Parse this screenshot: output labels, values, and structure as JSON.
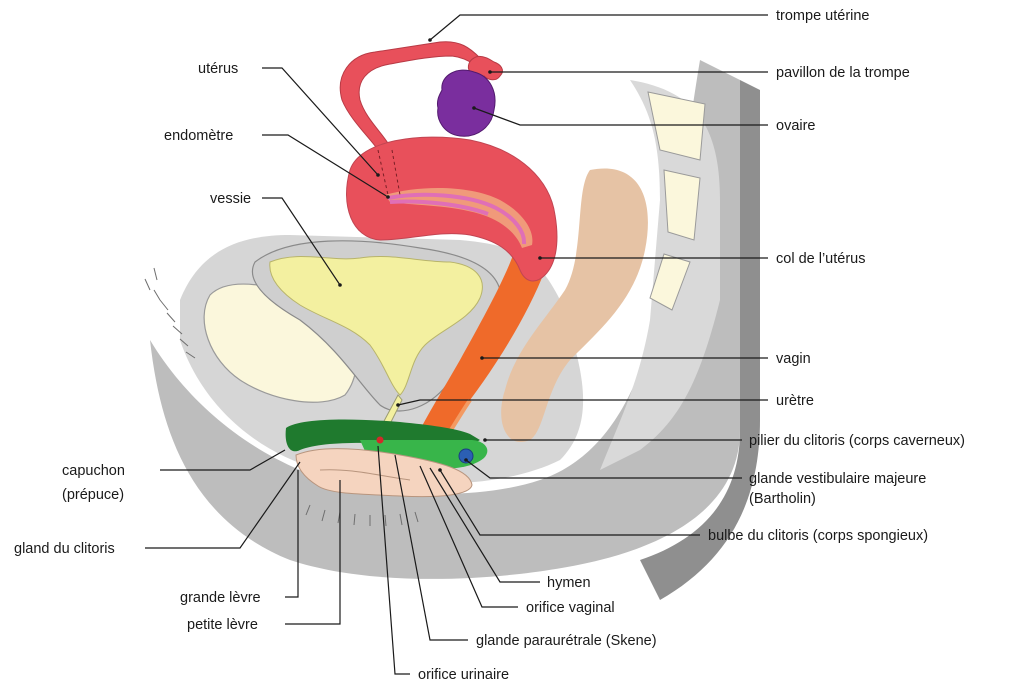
{
  "labels": {
    "trompe": "trompe utérine",
    "pavillon": "pavillon de la trompe",
    "ovaire": "ovaire",
    "uterus": "utérus",
    "endometre": "endomètre",
    "vessie": "vessie",
    "col": "col de l’utérus",
    "vagin": "vagin",
    "uretre": "urètre",
    "pilier": "pilier du clitoris (corps caverneux)",
    "glande_vest_1": "glande vestibulaire majeure",
    "glande_vest_2": "(Bartholin)",
    "bulbe": "bulbe du clitoris (corps spongieux)",
    "capuchon_1": "capuchon",
    "capuchon_2": "(prépuce)",
    "gland": "gland du clitoris",
    "grande_levre": "grande lèvre",
    "petite_levre": "petite lèvre",
    "hymen": "hymen",
    "orifice_vaginal": "orifice vaginal",
    "skene": "glande paraurétrale (Skene)",
    "orifice_urinaire": "orifice urinaire"
  },
  "colors": {
    "uterus": "#e8505b",
    "endometre": "#e06fb6",
    "vagin": "#ef6a2a",
    "vessie": "#f3f0a0",
    "clitoris": "#2c9a3c",
    "bulbe": "#38b54a",
    "ovaire": "#7a2e9e",
    "bartholin": "#2b5fb3",
    "vulva": "#f5d4bf",
    "rectum": "#e6c3a5",
    "body_gray": "#c9c9c9",
    "dark_gray": "#9a9a9a",
    "pubic_bone": "#fbf7dc"
  }
}
